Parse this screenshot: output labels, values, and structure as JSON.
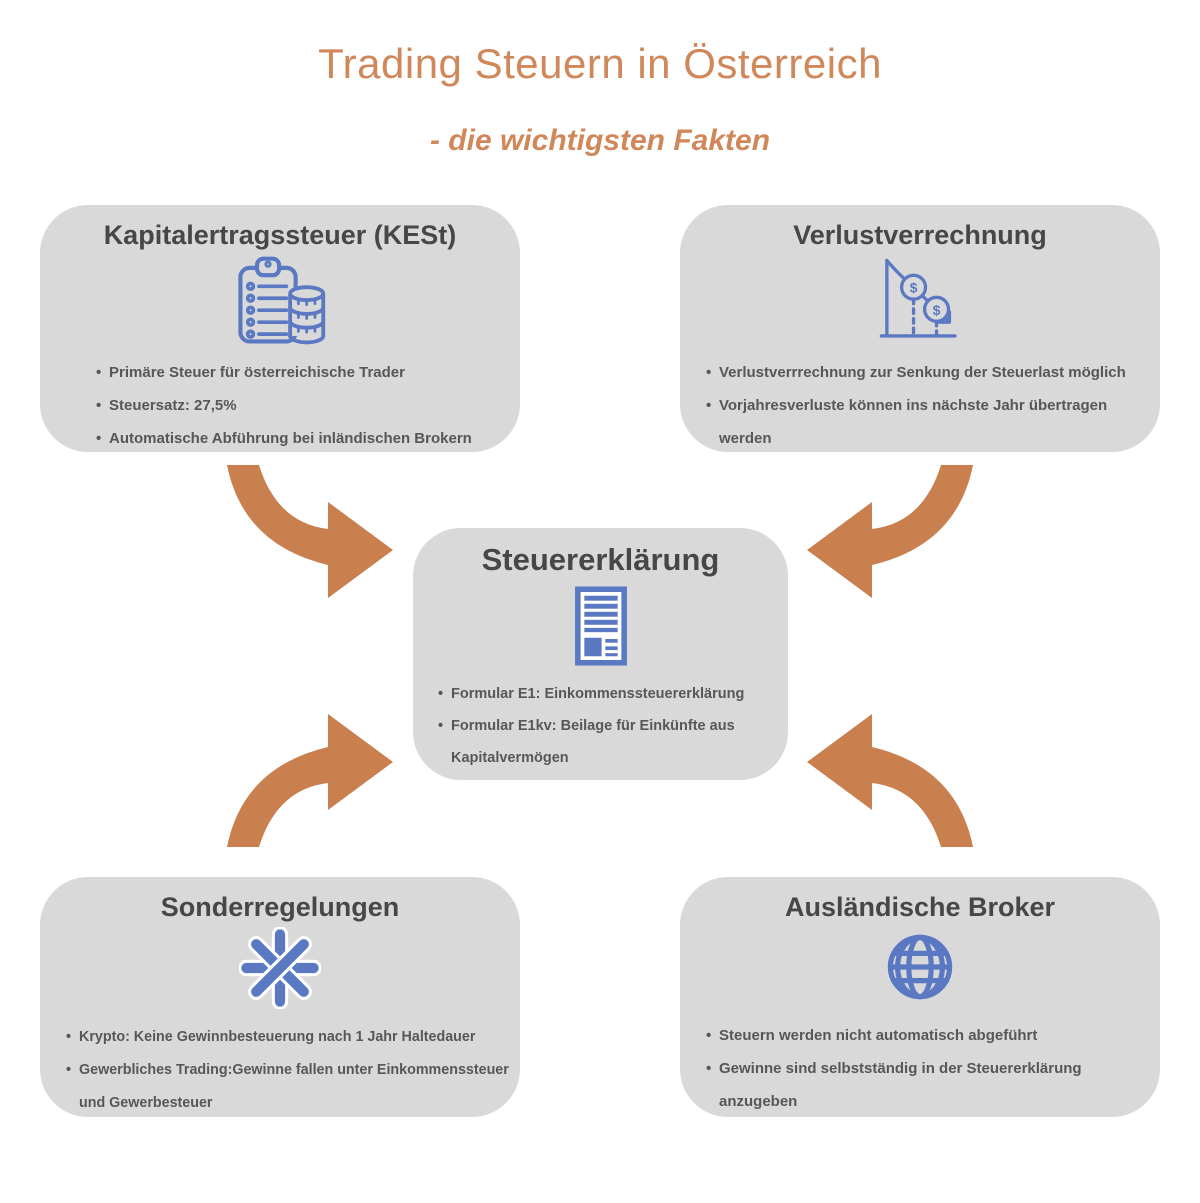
{
  "header": {
    "title": "Trading Steuern in Österreich",
    "subtitle": "- die wichtigsten Fakten"
  },
  "colors": {
    "title_orange": "#D0875A",
    "arrow_orange": "#C9804E",
    "box_gray": "#D9D9D9",
    "heading_gray": "#474747",
    "text_gray": "#575757",
    "icon_blue": "#5B79C3"
  },
  "cards": {
    "kest": {
      "title": "Kapitalertragssteuer (KESt)",
      "icon": "clipboard-coins-icon",
      "bullets": [
        "Primäre Steuer für österreichische Trader",
        "Steuersatz: 27,5%",
        "Automatische Abführung bei inländischen Brokern"
      ]
    },
    "verlust": {
      "title": "Verlustverrechnung",
      "icon": "loss-chart-icon",
      "bullets": [
        "Verlustverrrechnung zur Senkung der Steuerlast möglich",
        "Vorjahresverluste können ins nächste Jahr übertragen werden"
      ]
    },
    "steuererklaerung": {
      "title": "Steuererklärung",
      "icon": "tax-form-icon",
      "bullets": [
        "Formular E1: Einkommenssteuererklärung",
        "Formular E1kv: Beilage für Einkünfte aus Kapitalvermögen"
      ]
    },
    "sonder": {
      "title": "Sonderregelungen",
      "icon": "asterisk-icon",
      "bullets": [
        "Krypto: Keine Gewinnbesteuerung nach 1 Jahr Haltedauer",
        "Gewerbliches Trading:Gewinne fallen unter Einkommenssteuer und Gewerbesteuer"
      ]
    },
    "broker": {
      "title": "Ausländische Broker",
      "icon": "globe-icon",
      "bullets": [
        "Steuern werden nicht automatisch abgeführt",
        "Gewinne sind selbstständig in der Steuererklärung anzugeben"
      ]
    }
  }
}
